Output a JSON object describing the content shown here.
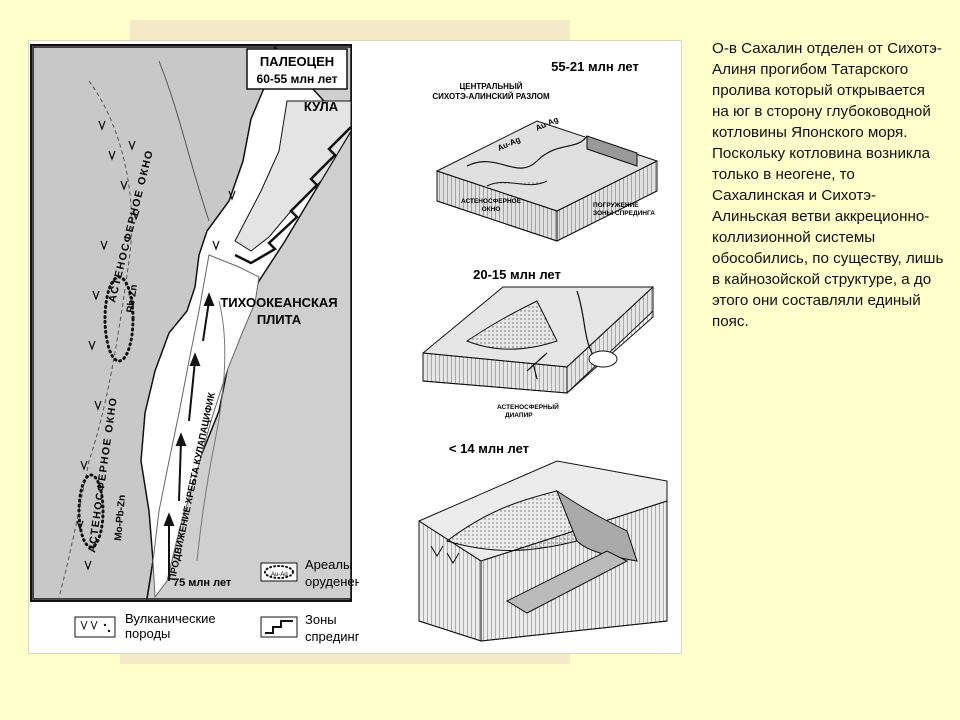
{
  "map": {
    "title_line1": "ПАЛЕОЦЕН",
    "title_line2": "60-55 млн лет",
    "kula": "КУЛА",
    "pacific_line1": "ТИХООКЕАНСКАЯ",
    "pacific_line2": "ПЛИТА",
    "asthenosphere_window_1": "АСТЕНОСФЕРНОЕ ОКНО",
    "asthenosphere_window_2": "АСТЕНОСФЕРНОЕ ОКНО",
    "ore_pbzn": "Pb-Zn",
    "ore_mopbzn": "Mo-Pb-Zn",
    "ridge_propagation": "ПРОДВИЖЕНИЕ ХРЕБТА КУЛАПАЦИФИК",
    "age_75": "75 млн лет"
  },
  "legend": {
    "ore_areas_line1": "Ареалы",
    "ore_areas_line2": "оруденения",
    "ore_symbol": "Au-Ag",
    "volcanic_line1": "Вулканические",
    "volcanic_line2": "породы",
    "spreading_line1": "Зоны",
    "spreading_line2": "спрединга"
  },
  "blocks": {
    "stage1_age": "55-21 млн лет",
    "fault_line1": "ЦЕНТРАЛЬНЫЙ",
    "fault_line2": "СИХОТЭ-АЛИНСКИЙ РАЗЛОМ",
    "au_ag_1": "Au-Ag",
    "au_ag_2": "Au-Ag",
    "window_line1": "АСТЕНОСФЕРНОЕ",
    "window_line2": "ОКНО",
    "dipping_line1": "ПОГРУЖЕНИЕ",
    "dipping_line2": "ЗОНЫ СПРЕДИНГА",
    "stage2_age": "20-15 млн лет",
    "diapir_line1": "АСТЕНОСФЕРНЫЙ",
    "diapir_line2": "ДИАПИР",
    "stage3_age": "< 14 млн лет"
  },
  "text": {
    "para1": "О-в Сахалин отделен от Сихотэ-Алиня прогибом Татарского пролива который открывается на юг в сторону глубоководной котловины Японского моря.",
    "para2": "Поскольку котловина возникла только в неогене, то Сахалинская и Сихотэ-Алиньская ветви аккреционно-коллизионной системы обособились, по существу, лишь в кайнозойской структуре, а до этого они составляли единый пояс."
  },
  "colors": {
    "background": "#ffffcc",
    "land": "#c8c8c8",
    "ocean": "#ffffff",
    "ink": "#111111"
  }
}
